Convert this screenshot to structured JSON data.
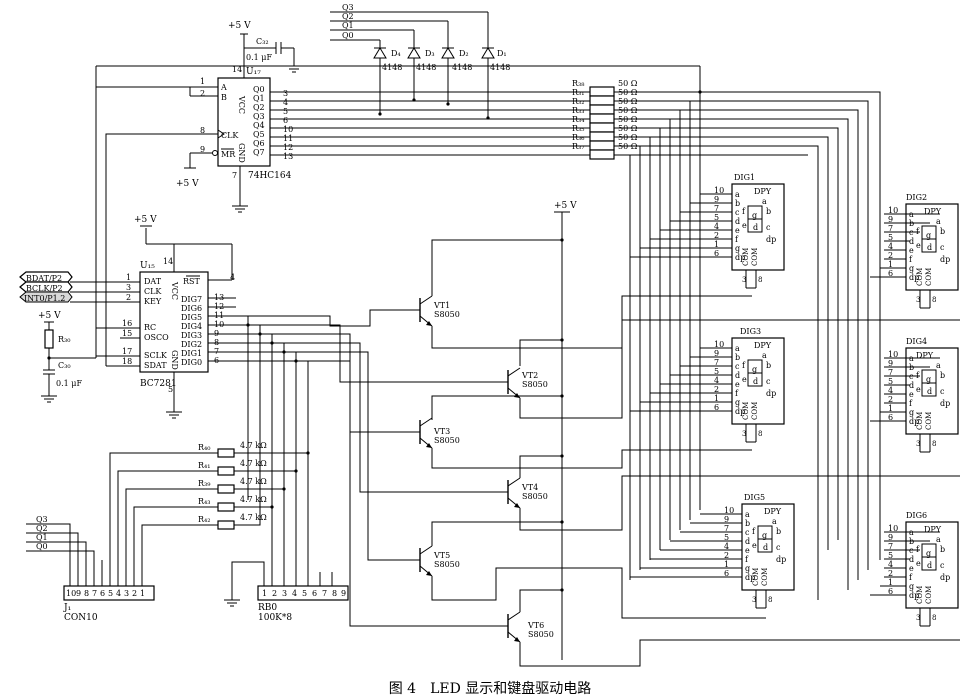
{
  "caption": "图 4　LED 显示和键盘驱动电路",
  "sr": {
    "ref": "U₁₇",
    "part": "74HC164",
    "pins_left": [
      "A",
      "B",
      "CLK",
      "MR"
    ],
    "pins_right": [
      "Q0",
      "Q1",
      "Q2",
      "Q3",
      "Q4",
      "Q5",
      "Q6",
      "Q7"
    ],
    "vcc": "VCC",
    "gnd": "GND",
    "pin_nums_right": [
      "3",
      "4",
      "5",
      "6",
      "10",
      "11",
      "12",
      "13"
    ],
    "pin_nums_left": [
      "1",
      "2",
      "8",
      "9"
    ],
    "pin_vcc": "14",
    "pin_gnd": "7"
  },
  "cap_top": {
    "ref": "C₃₂",
    "value": "0.1 μF"
  },
  "supply": "+5 V",
  "diodes": [
    {
      "ref": "D₁",
      "value": "4148"
    },
    {
      "ref": "D₂",
      "value": "4148"
    },
    {
      "ref": "D₃",
      "value": "4148"
    },
    {
      "ref": "D₄",
      "value": "4148"
    }
  ],
  "q_lines": [
    "Q3",
    "Q2",
    "Q1",
    "Q0"
  ],
  "resistors": [
    {
      "ref": "R₃₈",
      "value": "50 Ω"
    },
    {
      "ref": "R₃₁",
      "value": "50 Ω"
    },
    {
      "ref": "R₃₂",
      "value": "50 Ω"
    },
    {
      "ref": "R₃₃",
      "value": "50 Ω"
    },
    {
      "ref": "R₃₄",
      "value": "50 Ω"
    },
    {
      "ref": "R₃₅",
      "value": "50 Ω"
    },
    {
      "ref": "R₃₆",
      "value": "50 Ω"
    },
    {
      "ref": "R₃₇",
      "value": "50 Ω"
    }
  ],
  "bc": {
    "ref": "U₁₅",
    "part": "BC7281",
    "pins_left": [
      "DAT",
      "CLK",
      "KEY",
      "RC",
      "OSCO",
      "SCLK",
      "SDAT"
    ],
    "pins_left_nums": [
      "1",
      "3",
      "2",
      "16",
      "15",
      "17",
      "18"
    ],
    "pins_right": [
      "RST",
      "DIG7",
      "DIG6",
      "DIG5",
      "DIG4",
      "DIG3",
      "DIG2",
      "DIG1",
      "DIG0"
    ],
    "pins_right_nums": [
      "4",
      "13",
      "12",
      "11",
      "10",
      "9",
      "8",
      "7",
      "6"
    ],
    "vcc": "VCC",
    "gnd": "GND",
    "pin_vcc": "14",
    "pin_gnd": "5"
  },
  "signals": [
    "BDAT/P2",
    "BCLK/P2",
    "INT0/P1.2"
  ],
  "rc": {
    "r_ref": "R₃₀",
    "c_ref": "C₃₀",
    "c_value": "0.1 μF"
  },
  "base_resistors": [
    {
      "ref": "R₄₀",
      "value": "4.7 kΩ"
    },
    {
      "ref": "R₄₁",
      "value": "4.7 kΩ"
    },
    {
      "ref": "R₃₉",
      "value": "4.7 kΩ"
    },
    {
      "ref": "R₄₃",
      "value": "4.7 kΩ"
    },
    {
      "ref": "R₄₂",
      "value": "4.7 kΩ"
    }
  ],
  "connector": {
    "ref": "J₁",
    "part": "CON10",
    "pins": [
      "10",
      "9",
      "8",
      "7",
      "6",
      "5",
      "4",
      "3",
      "2",
      "1"
    ],
    "q_labels": [
      "Q3",
      "Q2",
      "Q1",
      "Q0"
    ]
  },
  "rnet": {
    "ref": "RB0",
    "part": "100K*8",
    "pins": [
      "1",
      "2",
      "3",
      "4",
      "5",
      "6",
      "7",
      "8",
      "9"
    ]
  },
  "transistors": [
    {
      "ref": "VT1",
      "part": "S8050"
    },
    {
      "ref": "VT2",
      "part": "S8050"
    },
    {
      "ref": "VT3",
      "part": "S8050"
    },
    {
      "ref": "VT4",
      "part": "S8050"
    },
    {
      "ref": "VT5",
      "part": "S8050"
    },
    {
      "ref": "VT6",
      "part": "S8050"
    }
  ],
  "displays": [
    {
      "ref": "DIG1",
      "part": "DPY"
    },
    {
      "ref": "DIG2",
      "part": "DPY"
    },
    {
      "ref": "DIG3",
      "part": "DPY"
    },
    {
      "ref": "DIG4",
      "part": "DPY"
    },
    {
      "ref": "DIG5",
      "part": "DPY"
    },
    {
      "ref": "DIG6",
      "part": "DPY"
    }
  ],
  "display_pins": [
    "10",
    "9",
    "7",
    "5",
    "4",
    "2",
    "1",
    "6"
  ],
  "display_segs": [
    "a",
    "b",
    "c",
    "d",
    "e",
    "f",
    "g",
    "dp"
  ],
  "display_com": [
    "COM",
    "COM"
  ],
  "display_com_pins": [
    "3",
    "8"
  ]
}
